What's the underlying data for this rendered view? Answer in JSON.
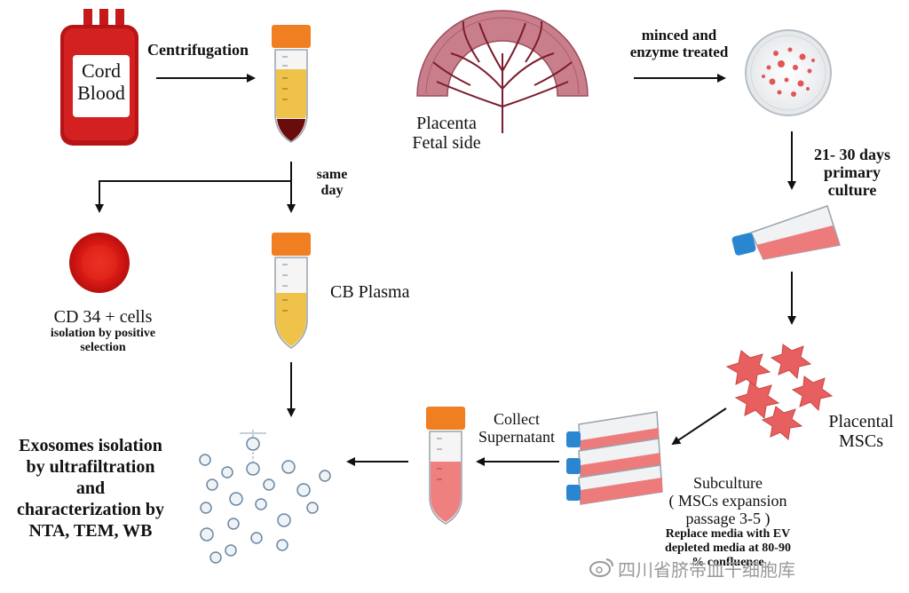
{
  "cord_blood": {
    "line1": "Cord",
    "line2": "Blood"
  },
  "centrifugation": "Centrifugation",
  "same_day": {
    "line1": "same",
    "line2": "day"
  },
  "cd34": {
    "title": "CD 34 + cells",
    "line1": "isolation by positive",
    "line2": "selection"
  },
  "cb_plasma": "CB Plasma",
  "exosomes": {
    "line1": "Exosomes isolation",
    "line2": "by ultrafiltration",
    "line3": "and",
    "line4": "characterization by",
    "line5": "NTA, TEM, WB"
  },
  "placenta": {
    "line1": "Placenta",
    "line2": "Fetal side"
  },
  "minced": {
    "line1": "minced and",
    "line2": "enzyme treated"
  },
  "primary_culture": {
    "line1": "21- 30 days",
    "line2": "primary",
    "line3": "culture"
  },
  "placental_mscs": {
    "line1": "Placental",
    "line2": "MSCs"
  },
  "collect": {
    "line1": "Collect",
    "line2": "Supernatant"
  },
  "subculture": {
    "line1": "Subculture",
    "line2": "( MSCs expansion",
    "line3": "passage 3-5 )",
    "line4": "Replace media with EV",
    "line5": "depleted media at 80-90",
    "line6": "% confluence"
  },
  "watermark": "四川省脐带血干细胞库",
  "colors": {
    "blood": "#c41a1a",
    "cap": "#f07f21",
    "plasma": "#efc24a",
    "media": "#ee7b7b",
    "cell": "#e85f5f",
    "flask_cap": "#2a86d0",
    "arrow": "#111111"
  }
}
